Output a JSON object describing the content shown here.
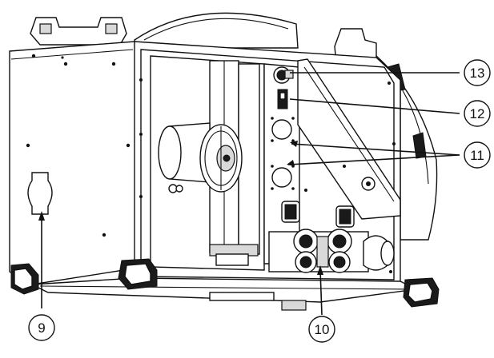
{
  "callouts": [
    {
      "id": "9",
      "label": "9"
    },
    {
      "id": "10",
      "label": "10"
    },
    {
      "id": "11",
      "label": "11"
    },
    {
      "id": "12",
      "label": "12"
    },
    {
      "id": "13",
      "label": "13"
    }
  ]
}
